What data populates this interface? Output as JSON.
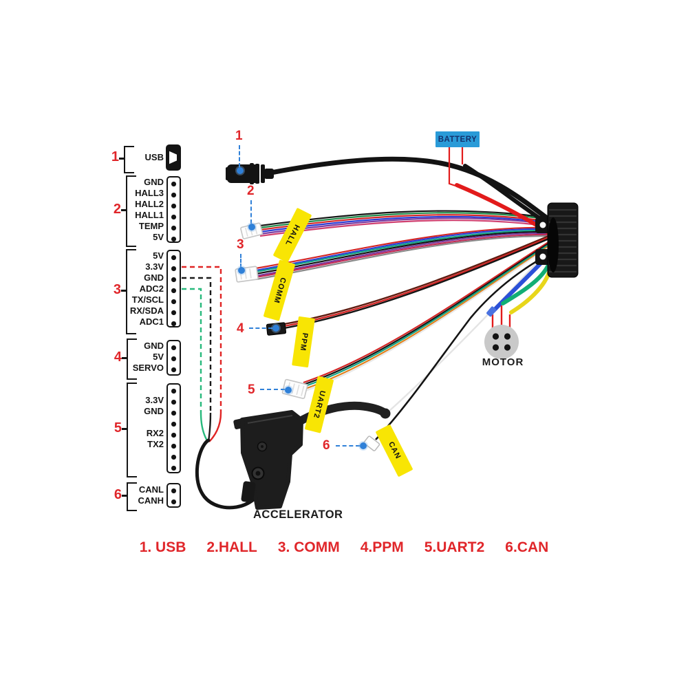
{
  "pin_groups": [
    {
      "number": "1",
      "labels": [
        "USB"
      ]
    },
    {
      "number": "2",
      "labels": [
        "GND",
        "HALL3",
        "HALL2",
        "HALL1",
        "TEMP",
        "5V"
      ]
    },
    {
      "number": "3",
      "labels": [
        "5V",
        "3.3V",
        "GND",
        "ADC2",
        "TX/SCL",
        "RX/SDA",
        "ADC1"
      ]
    },
    {
      "number": "4",
      "labels": [
        "GND",
        "5V",
        "SERVO"
      ]
    },
    {
      "number": "5",
      "labels": [
        "3.3V",
        "GND",
        "RX2",
        "TX2"
      ]
    },
    {
      "number": "6",
      "labels": [
        "CANL",
        "CANH"
      ]
    }
  ],
  "callouts": {
    "c1": "1",
    "c2": "2",
    "c3": "3",
    "c4": "4",
    "c5": "5",
    "c6": "6"
  },
  "wire_tags": {
    "hall": "HALL",
    "comm": "COMM",
    "ppm": "PPM",
    "uart2": "UART2",
    "can": "CAN"
  },
  "labels": {
    "battery": "BATTERY",
    "motor": "MOTOR",
    "accelerator": "ACCELERATOR"
  },
  "legend": {
    "items": [
      "1. USB",
      "2.HALL",
      "3. COMM",
      "4.PPM",
      "5.UART2",
      "6.CAN"
    ]
  },
  "colors": {
    "callout_red": "#e0262a",
    "callout_blue": "#2f80d8",
    "tag_yellow": "#f8e504",
    "battery_bg": "#2a9bd8",
    "battery_text": "#14306b",
    "motor_circle": "#c9c9c9",
    "battery_wire_red": "#e21b1b",
    "battery_wire_black": "#131313",
    "motor_wire_blue": "#2b50d8",
    "motor_wire_green": "#12ae74",
    "motor_wire_yellow": "#e8d61a",
    "throttle_dash_red": "#e02424",
    "throttle_dash_black": "#1a1a1a",
    "throttle_dash_green": "#27b97c"
  }
}
